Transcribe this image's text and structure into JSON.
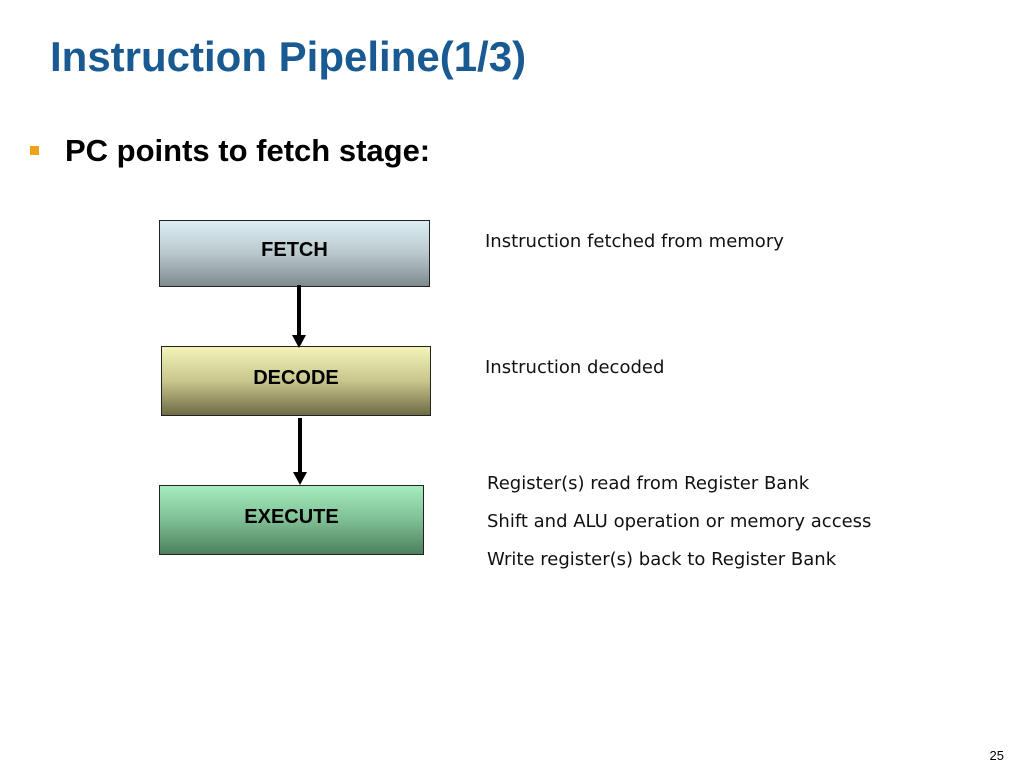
{
  "title": "Instruction Pipeline(1/3)",
  "bullet": "PC points to fetch stage:",
  "stages": [
    {
      "label": "FETCH",
      "descriptions": [
        "Instruction fetched from memory"
      ]
    },
    {
      "label": "DECODE",
      "descriptions": [
        "Instruction decoded"
      ]
    },
    {
      "label": "EXECUTE",
      "descriptions": [
        "Register(s) read from Register Bank",
        "Shift and ALU operation or memory access",
        "Write register(s) back to Register Bank"
      ]
    }
  ],
  "page_number": "25",
  "colors": {
    "title": "#1a5a93",
    "bullet_marker": "#f2a116",
    "fetch_box": "#b9c8cc",
    "decode_box": "#c8c68c",
    "execute_box": "#7fbf95"
  }
}
